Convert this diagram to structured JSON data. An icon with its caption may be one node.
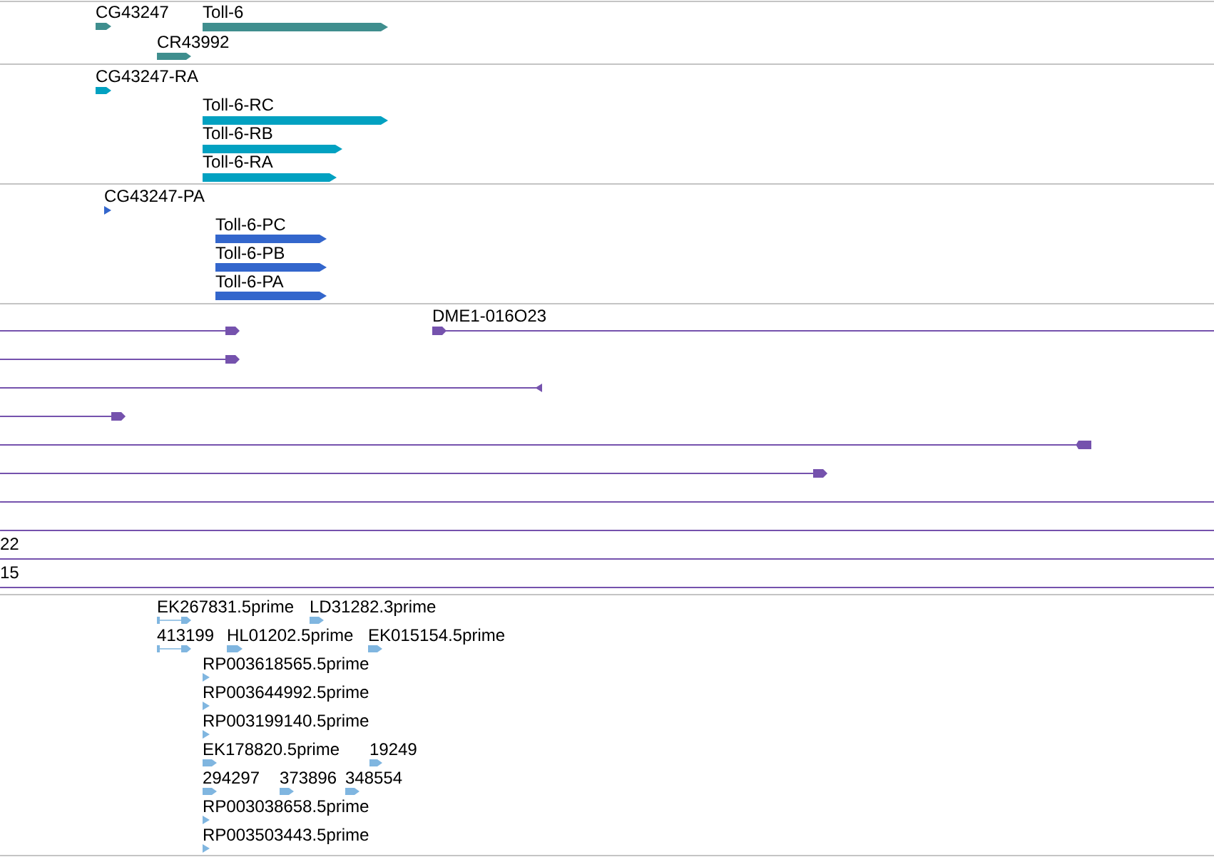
{
  "diagram": {
    "nodes": [
      {
        "text": [
          "CG43247"
        ]
      },
      {
        "text": [
          "Toll-6"
        ]
      },
      {
        "text": [
          "CR43992"
        ]
      },
      {
        "text": [
          "CG43247-RA"
        ]
      },
      {
        "text": [
          "Toll-6-RC"
        ]
      },
      {
        "text": [
          "Toll-6-RB"
        ]
      },
      {
        "text": [
          "Toll-6-RA"
        ]
      },
      {
        "text": [
          "CG43247-PA"
        ]
      },
      {
        "text": [
          "Toll-6-PC"
        ]
      },
      {
        "text": [
          "Toll-6-PB"
        ]
      },
      {
        "text": [
          "Toll-6-PA"
        ]
      },
      {
        "text": [],
        "shape": "bar"
      },
      {
        "text": [
          "DME1-016O23"
        ]
      },
      {
        "text": [],
        "shape": "bar"
      },
      {
        "text": [],
        "shape": "bar"
      },
      {
        "text": [],
        "shape": "bar"
      },
      {
        "text": [],
        "shape": "bar"
      },
      {
        "text": [],
        "shape": "bar"
      },
      {
        "text": [],
        "shape": "bar"
      },
      {
        "text": [],
        "shape": "bar"
      },
      {
        "text": [
          "22"
        ]
      },
      {
        "text": [
          "15"
        ]
      },
      {
        "text": [
          "EK267831.5prime"
        ]
      },
      {
        "text": [
          "LD31282.3prime"
        ]
      },
      {
        "text": [
          "413199"
        ]
      },
      {
        "text": [
          "HL01202.5prime"
        ]
      },
      {
        "text": [
          "EK015154.5prime"
        ]
      },
      {
        "text": [
          "RP003618565.5prime"
        ]
      },
      {
        "text": [
          "RP003644992.5prime"
        ]
      },
      {
        "text": [
          "RP003199140.5prime"
        ]
      },
      {
        "text": [
          "EK178820.5prime"
        ]
      },
      {
        "text": [
          "19249"
        ]
      },
      {
        "text": [
          "294297"
        ]
      },
      {
        "text": [
          "373896"
        ]
      },
      {
        "text": [
          "348554"
        ]
      },
      {
        "text": [
          "RP003038658.5prime"
        ]
      },
      {
        "text": [
          "RP003503443.5prime"
        ]
      }
    ]
  }
}
